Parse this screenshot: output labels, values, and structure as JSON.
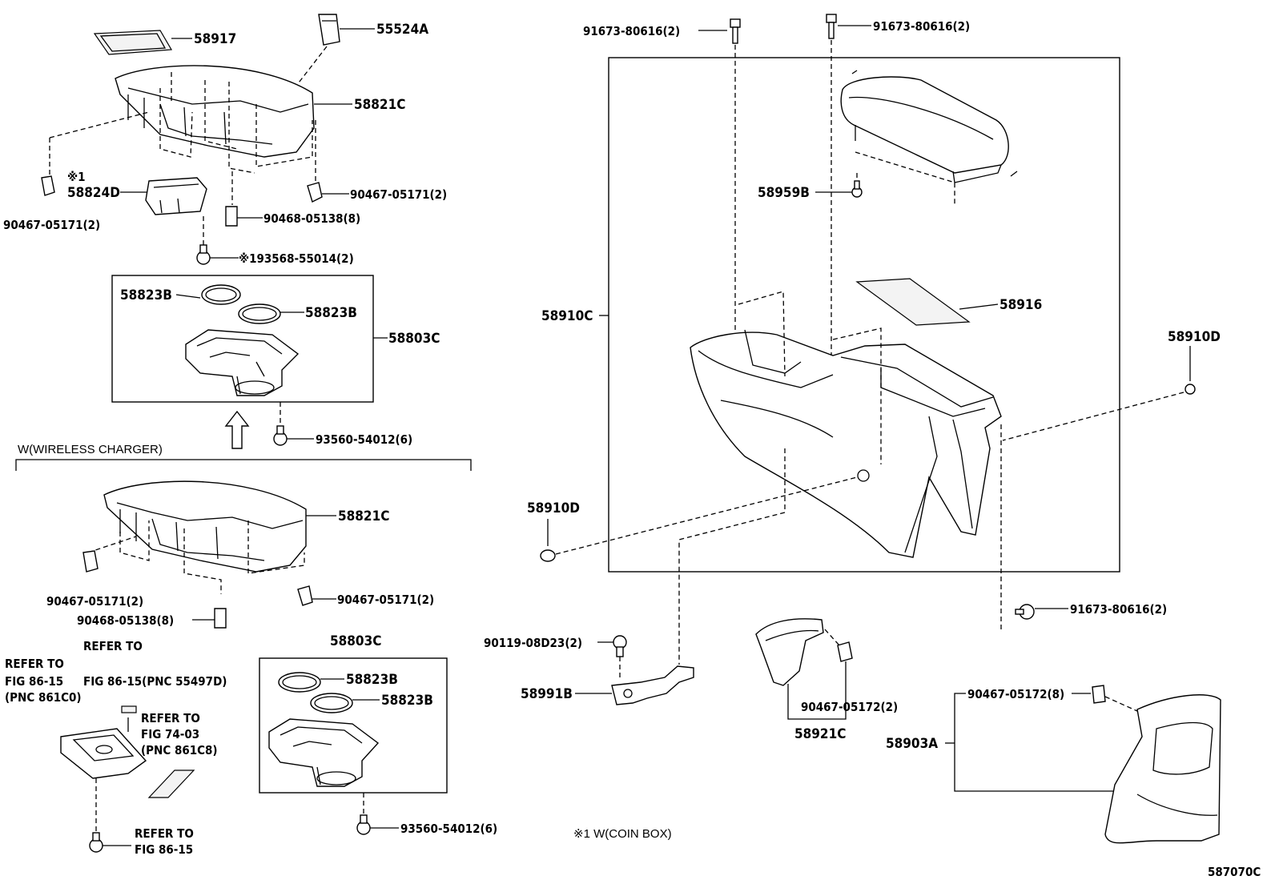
{
  "diagram_code": "587070C",
  "labels": {
    "p58917": "58917",
    "p55524A": "55524A",
    "p58821C_top": "58821C",
    "note1_mark": "※1",
    "p58824D": "58824D",
    "p90467_05171_left": "90467-05171(2)",
    "p90467_05171_right": "90467-05171(2)",
    "p90468_05138_top": "90468-05138(8)",
    "p93568_55014": "※193568-55014(2)",
    "p58823B_a": "58823B",
    "p58823B_b": "58823B",
    "p58803C_top": "58803C",
    "p93560_54012_top": "93560-54012(6)",
    "wireless_charger": "W(WIRELESS CHARGER)",
    "p58821C_bottom": "58821C",
    "p90467_05171_bl": "90467-05171(2)",
    "p90467_05171_br": "90467-05171(2)",
    "p90468_05138_bottom": "90468-05138(8)",
    "refer_a_1": "REFER TO",
    "refer_a_2": "FIG 86-15",
    "refer_a_3": "(PNC 861C0)",
    "refer_b_1": "REFER TO",
    "refer_b_2": "FIG 86-15(PNC 55497D)",
    "refer_c_1": "REFER TO",
    "refer_c_2": "FIG 74-03",
    "refer_c_3": "(PNC 861C8)",
    "refer_d_1": "REFER TO",
    "refer_d_2": "FIG 86-15",
    "p58803C_bottom": "58803C",
    "p58823B_c": "58823B",
    "p58823B_d": "58823B",
    "p93560_54012_bottom": "93560-54012(6)",
    "note1_text": "※1 W(COIN BOX)",
    "p91673_80616_a": "91673-80616(2)",
    "p91673_80616_b": "91673-80616(2)",
    "p91673_80616_c": "91673-80616(2)",
    "p58959B": "58959B",
    "p58916": "58916",
    "p58910C": "58910C",
    "p58910D_right": "58910D",
    "p58910D_left": "58910D",
    "p90119_08D23": "90119-08D23(2)",
    "p58991B": "58991B",
    "p90467_05172_a": "90467-05172(2)",
    "p58921C": "58921C",
    "p90467_05172_b": "90467-05172(8)",
    "p58903A": "58903A"
  }
}
